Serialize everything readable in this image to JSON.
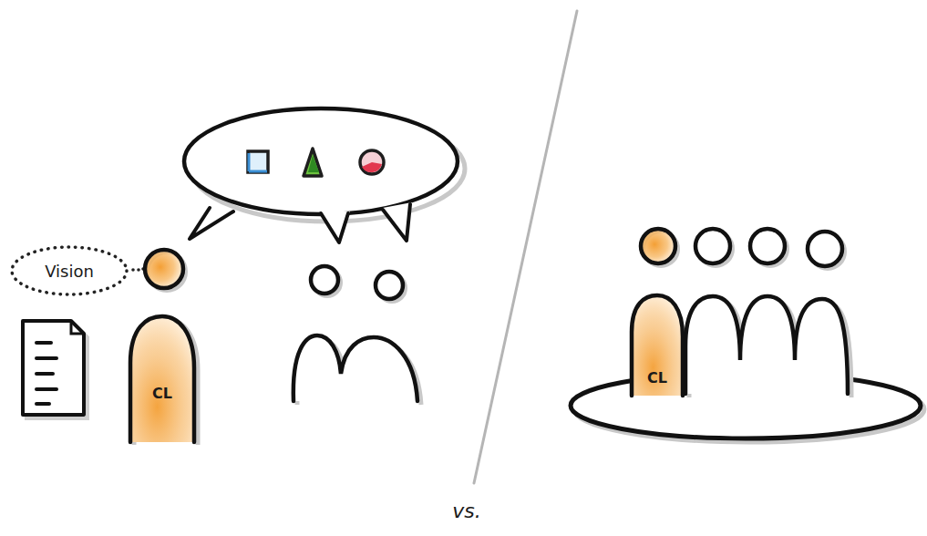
{
  "diagram": {
    "nodes": [
      {
        "text": [
          "Vision"
        ]
      },
      {
        "text": [
          "CL"
        ]
      },
      {
        "text": [
          "CL"
        ]
      }
    ],
    "labels": [
      "vs."
    ]
  }
}
